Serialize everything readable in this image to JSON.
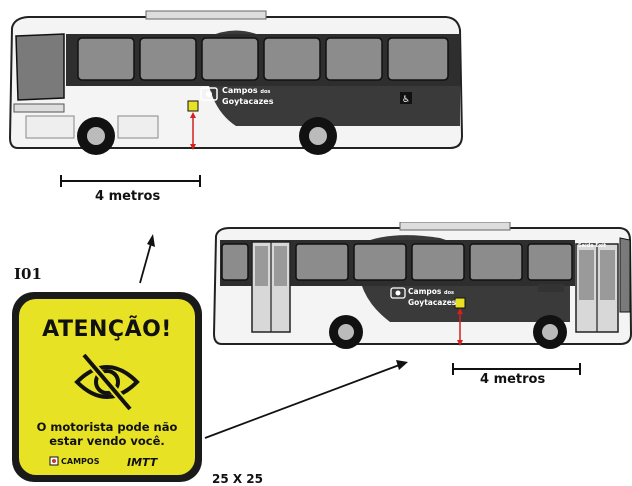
{
  "bus1": {
    "logo_line1": "Campos",
    "logo_line1_small": "dos",
    "logo_line2": "Goytacazes",
    "distance_label": "4 metros"
  },
  "bus2": {
    "logo_line1": "Campos",
    "logo_line1_small": "dos",
    "logo_line2": "Goytacazes",
    "distance_label": "4 metros",
    "door_label_1": "Saída",
    "door_label_2": "Exit"
  },
  "sign": {
    "code": "I01",
    "title": "ATENÇÃO!",
    "message_line1": "O motorista pode não",
    "message_line2": "estar vendo você.",
    "logo_left": "CAMPOS",
    "logo_right": "IMTT",
    "icon": "crossed-eye-icon",
    "size_label": "25 X 25"
  },
  "colors": {
    "sign_yellow": "#e8e224",
    "sign_border": "#1a1a1a",
    "marker_red": "#d42020",
    "bus_dark": "#3a3a3a"
  }
}
